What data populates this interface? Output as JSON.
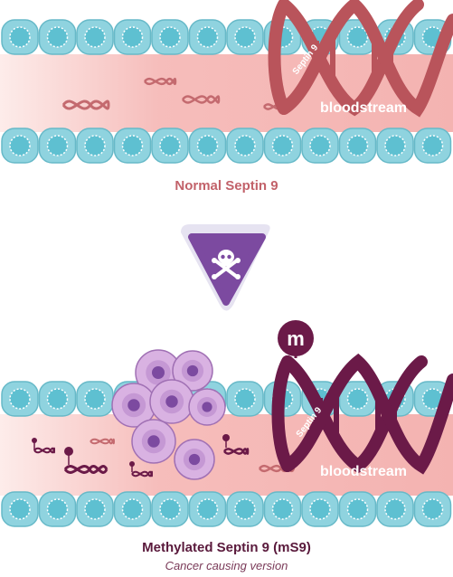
{
  "panels": {
    "normal": {
      "label": "bloodstream",
      "dna_label": "Septin 9",
      "caption": "Normal Septin 9"
    },
    "methylated": {
      "label": "bloodstream",
      "dna_label": "Septin 9",
      "caption": "Methylated Septin 9 (mS9)",
      "subcaption": "Cancer causing version",
      "marker_letter": "m"
    }
  },
  "warning": {
    "icon": "skull-crossbones-icon"
  },
  "colors": {
    "vessel_wall": "#8fd3df",
    "cell_nucleus": "#5ec0d1",
    "bloodstream": "#f7c6c4",
    "dna_normal": "#b9545b",
    "dna_methylated": "#6b1a48",
    "tumor": "#d9b2e2",
    "warning": "#7c4aa0"
  }
}
